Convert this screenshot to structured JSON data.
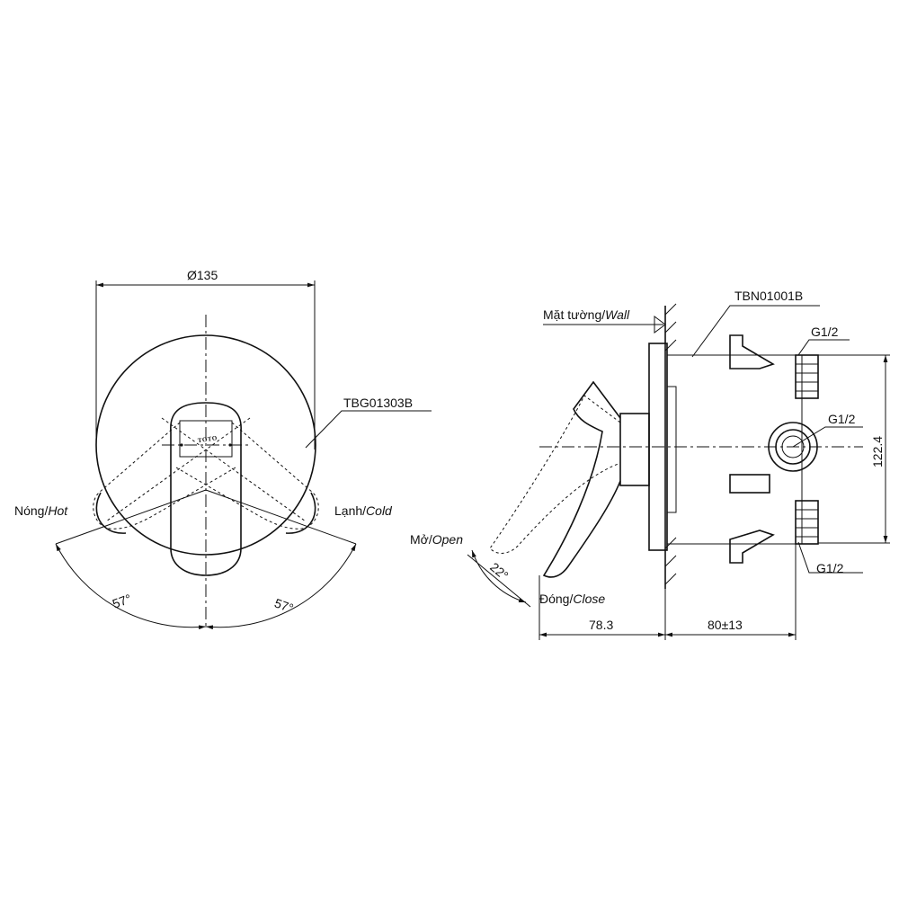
{
  "front_view": {
    "diameter": "Ø135",
    "plate_code": "TBG01303B",
    "hot_label": "Nóng/",
    "hot_label_en": "Hot",
    "cold_label": "Lạnh/",
    "cold_label_en": "Cold",
    "angle_left": "57°",
    "angle_right": "57°",
    "logo_text": "TOTO"
  },
  "side_view": {
    "wall_label": "Mặt tường/",
    "wall_label_en": "Wall",
    "body_code": "TBN01001B",
    "port_top": "G1/2",
    "port_center": "G1/2",
    "port_bottom": "G1/2",
    "height_dim": "122.4",
    "open_label": "Mở/",
    "open_label_en": "Open",
    "close_label": "Đóng/",
    "close_label_en": "Close",
    "angle_open": "22°",
    "depth_front": "78.3",
    "depth_back": "80±13"
  }
}
